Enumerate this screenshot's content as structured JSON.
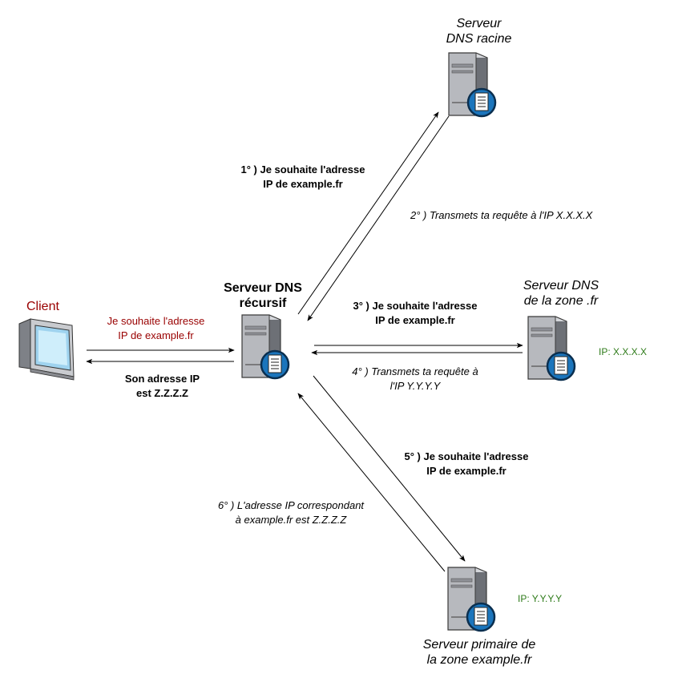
{
  "nodes": {
    "root": {
      "title_line1": "Serveur",
      "title_line2": "DNS racine"
    },
    "recursive": {
      "title_line1": "Serveur DNS",
      "title_line2": "récursif"
    },
    "zone_fr": {
      "title_line1": "Serveur DNS",
      "title_line2": "de la zone .fr",
      "ip": "IP: X.X.X.X"
    },
    "primary": {
      "title_line1": "Serveur primaire de",
      "title_line2": "la zone example.fr",
      "ip": "IP: Y.Y.Y.Y"
    },
    "client": {
      "title": "Client"
    }
  },
  "messages": {
    "client_request": {
      "line1": "Je souhaite l'adresse",
      "line2": "IP de example.fr"
    },
    "client_response": {
      "line1": "Son adresse IP",
      "line2": "est Z.Z.Z.Z"
    },
    "step1": {
      "line1": "1° ) Je souhaite l'adresse",
      "line2": "IP de example.fr"
    },
    "step2": {
      "line1": "2° ) Transmets ta requête à l'IP X.X.X.X"
    },
    "step3": {
      "line1": "3° ) Je souhaite l'adresse",
      "line2": "IP de example.fr"
    },
    "step4": {
      "line1": "4° ) Transmets ta requête à",
      "line2": "l'IP Y.Y.Y.Y"
    },
    "step5": {
      "line1": "5° ) Je souhaite l'adresse",
      "line2": "IP de example.fr"
    },
    "step6": {
      "line1": "6° ) L'adresse IP correspondant",
      "line2": "à example.fr est Z.Z.Z.Z"
    }
  },
  "colors": {
    "client_text": "#990000",
    "ip_text": "#2d7a18",
    "server_body": "#b7b9be",
    "server_badge": "#1b75bc"
  },
  "icons": [
    "server-icon",
    "document-badge-icon",
    "desktop-computer-icon"
  ]
}
